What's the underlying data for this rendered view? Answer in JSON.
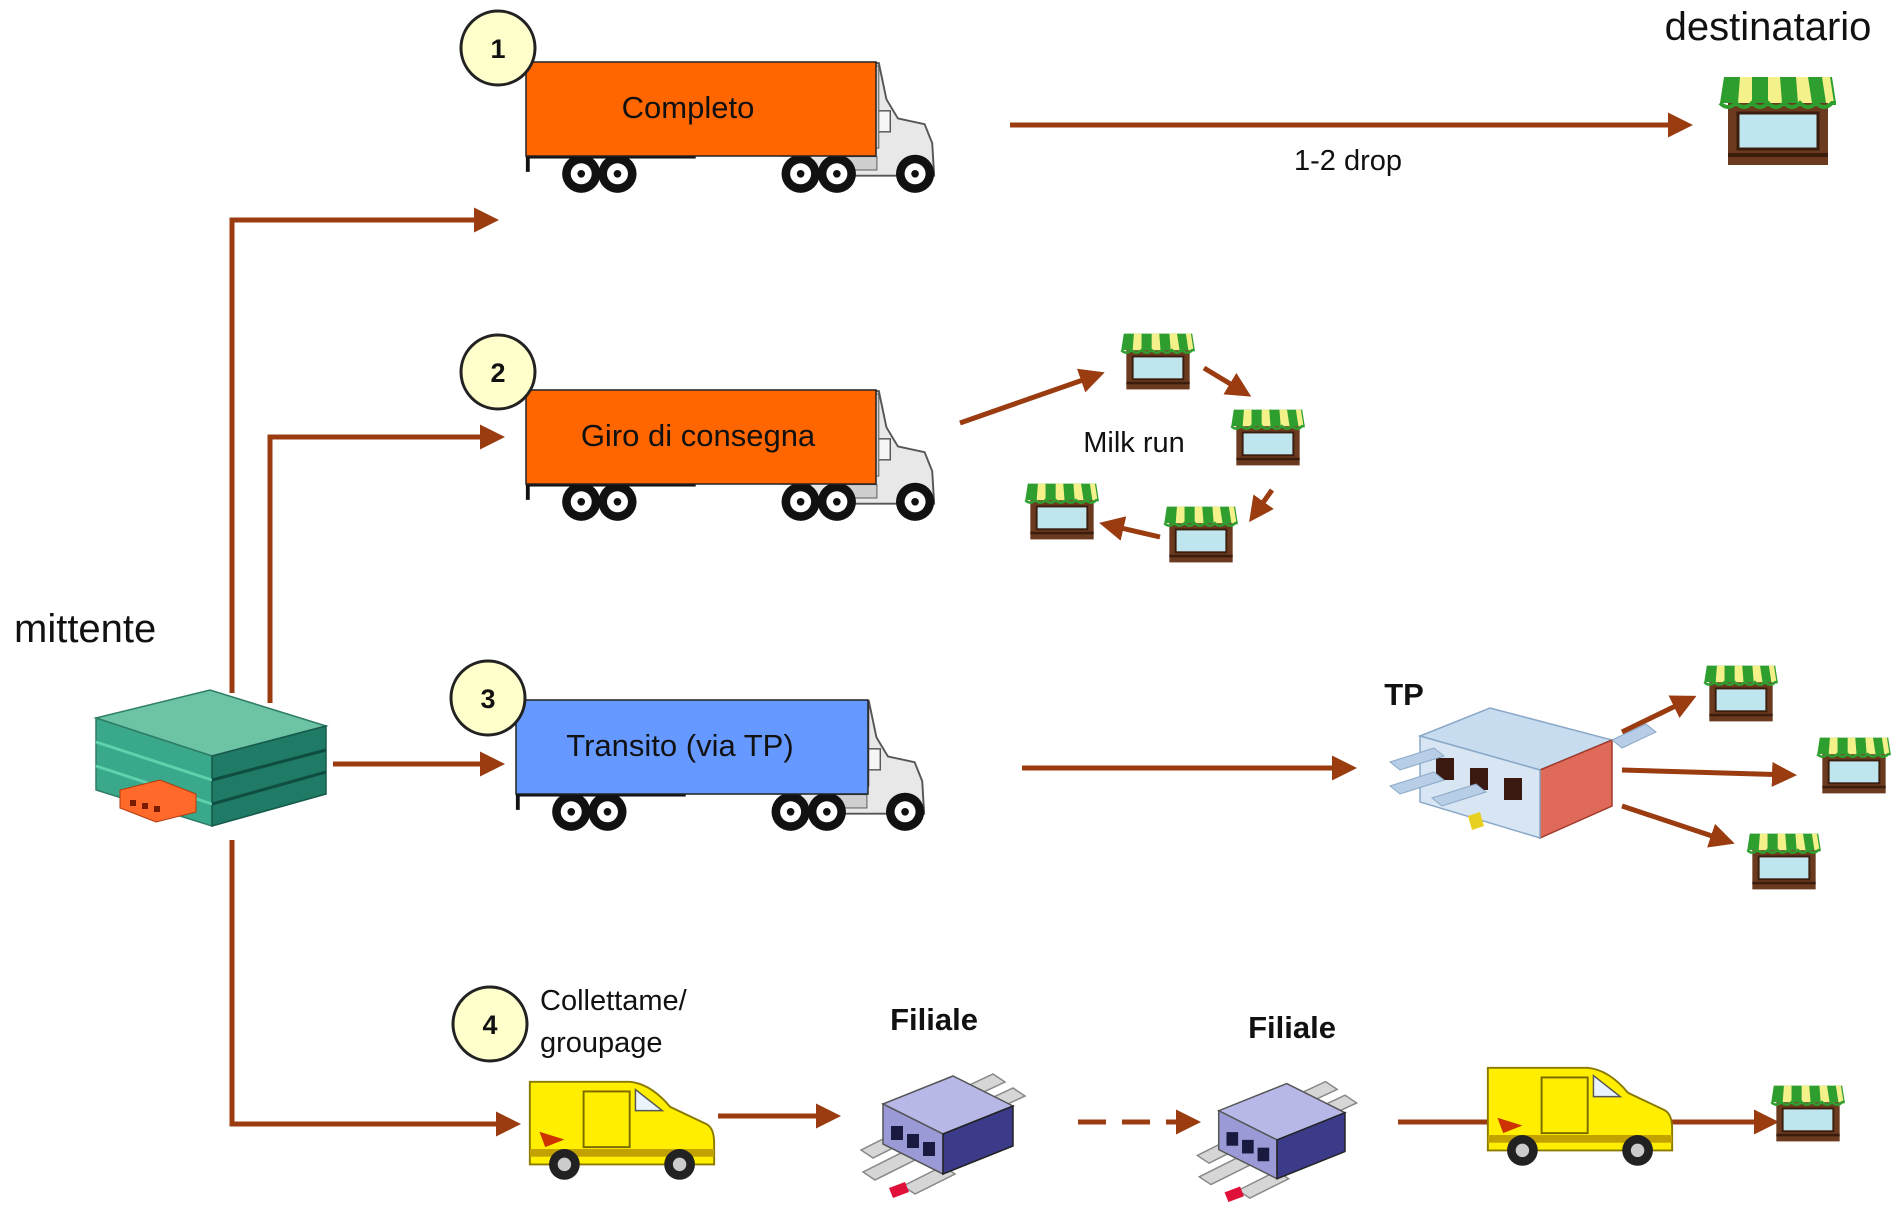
{
  "labels": {
    "sender": "mittente",
    "recipient": "destinatario",
    "drop": "1-2 drop",
    "milk_run": "Milk run",
    "tp": "TP",
    "branch_1": "Filiale",
    "branch_2": "Filiale",
    "collettame_line1": "Collettame/",
    "collettame_line2": "groupage"
  },
  "trucks": [
    {
      "label": "Completo"
    },
    {
      "label": "Giro di consegna"
    },
    {
      "label": "Transito (via TP)"
    }
  ],
  "badges": [
    "1",
    "2",
    "3",
    "4"
  ],
  "colors": {
    "arrow": "#9a3b10",
    "trailer_orange": "#ff6600",
    "trailer_blue": "#6699ff",
    "badge_fill": "#ffffcc",
    "van_yellow": "#ffee00",
    "awning_green": "#2e9e2e",
    "shop_wood": "#6b3a1f",
    "warehouse_teal": "#3aa88a",
    "hub_purple": "#9a9ad6"
  },
  "icons": [
    "warehouse-icon",
    "truck-icon",
    "van-icon",
    "shop-icon",
    "terminal-icon",
    "hub-icon"
  ]
}
